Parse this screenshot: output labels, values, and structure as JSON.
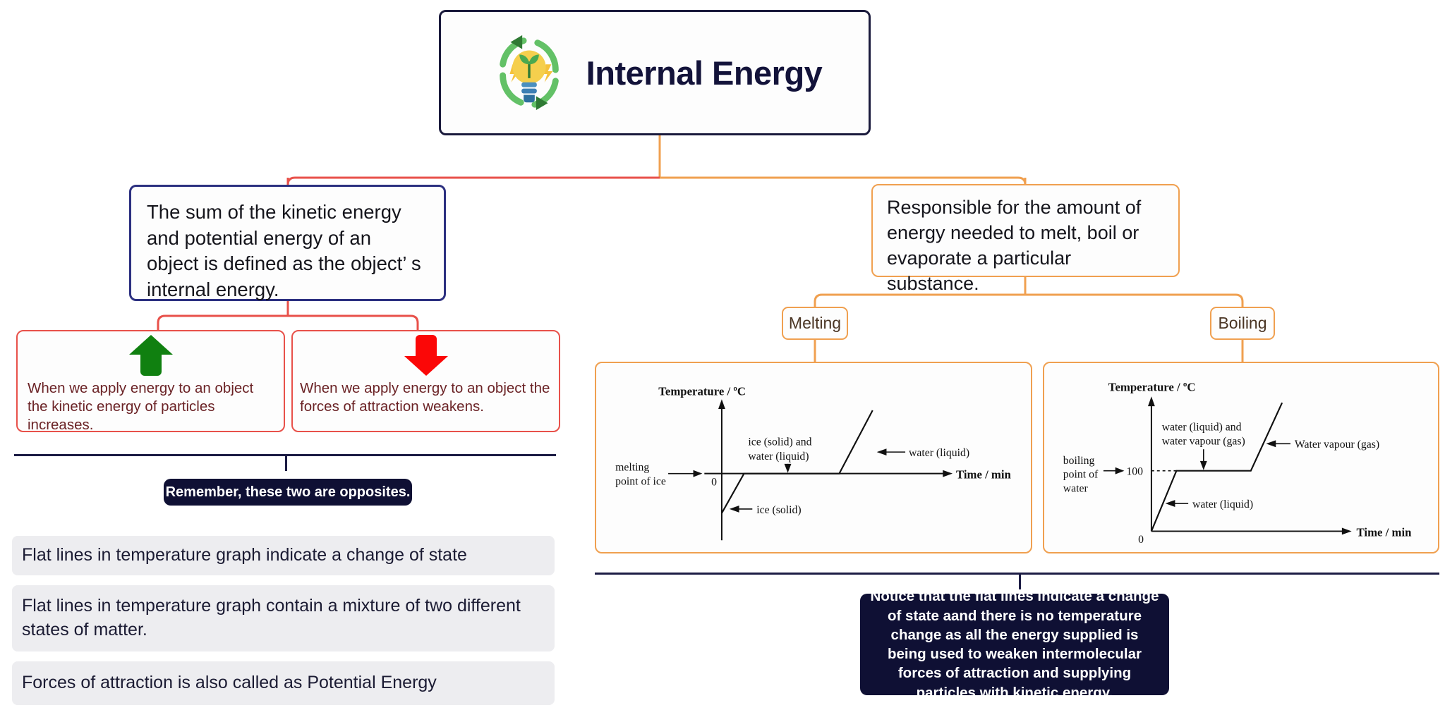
{
  "header": {
    "title": "Internal Energy",
    "icon": "recycling-lightbulb-icon"
  },
  "colors": {
    "navy": "#1a1a3c",
    "blue_border": "#2c3080",
    "red_border": "#e8514a",
    "orange_border": "#f0a050",
    "badge_bg": "#0f1034",
    "fact_bg": "#ededf0",
    "arrow_up": "#108010",
    "arrow_down": "#fb0707"
  },
  "left_branch": {
    "definition": "The sum of the kinetic energy and potential energy of an object is defined as the object’ s internal energy.",
    "consequences": [
      {
        "icon": "green-up-arrow-icon",
        "text": "When we apply energy to an object the kinetic energy of particles increases."
      },
      {
        "icon": "red-down-arrow-icon",
        "text": "When we apply energy to an object the forces of attraction weakens."
      }
    ],
    "remember_note": "Remember, these two are opposites.",
    "facts": [
      "Flat lines in temperature graph indicate a change of state",
      "Flat lines in temperature graph contain a mixture of two different states of matter.",
      "Forces of attraction is also called as Potential Energy"
    ]
  },
  "right_branch": {
    "statement": "Responsible for the amount of energy needed to melt, boil or evaporate a particular substance.",
    "pills": [
      {
        "label": "Melting"
      },
      {
        "label": "Boiling"
      }
    ],
    "notice_note": "Notice that the flat lines indicate a change of state aand there is no temperature change as all the energy supplied is being used to weaken intermolecular forces of attraction and supplying particles with kinetic energy."
  },
  "chart_data": [
    {
      "type": "line",
      "name": "melting-curve",
      "title": "",
      "ylabel": "Temperature / ºC",
      "xlabel": "Time / min",
      "yticks": [
        "0"
      ],
      "x": [
        0,
        1,
        3.6,
        5.2
      ],
      "y": [
        -1.35,
        0,
        0,
        1.6
      ],
      "annotations": [
        {
          "text": "melting point of ice",
          "target": "y-axis-zero",
          "arrow": "right"
        },
        {
          "text": "ice (solid) and water (liquid)",
          "target": "plateau",
          "arrow": "down"
        },
        {
          "text": "water (liquid)",
          "target": "rising-segment",
          "arrow": "left"
        },
        {
          "text": "ice (solid)",
          "target": "initial-rise",
          "arrow": "left"
        }
      ]
    },
    {
      "type": "line",
      "name": "boiling-curve",
      "title": "",
      "ylabel": "Temperature / ºC",
      "xlabel": "Time / min",
      "yticks": [
        "0",
        "100"
      ],
      "x": [
        0,
        1.1,
        3.1,
        4.1
      ],
      "y": [
        0,
        100,
        100,
        170
      ],
      "annotations": [
        {
          "text": "boiling point of water",
          "target": "y-100",
          "arrow": "right"
        },
        {
          "text": "water (liquid) and water vapour (gas)",
          "target": "plateau",
          "arrow": "down"
        },
        {
          "text": "Water vapour (gas)",
          "target": "rising-segment",
          "arrow": "left"
        },
        {
          "text": "water (liquid)",
          "target": "initial-rise",
          "arrow": "left"
        }
      ]
    }
  ]
}
